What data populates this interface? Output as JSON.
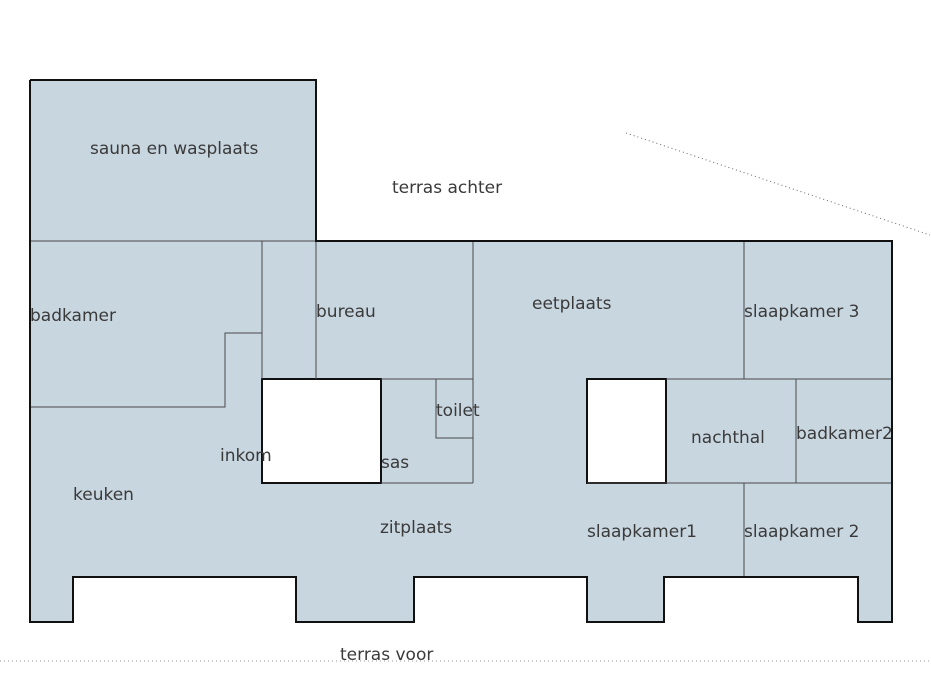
{
  "colors": {
    "floor": "#c8d6e0",
    "wall": "#111111",
    "inner_wall": "#4a4a4a",
    "void": "#ffffff"
  },
  "rooms": {
    "sauna": "sauna en wasplaats",
    "badkamer": "badkamer",
    "bureau": "bureau",
    "eetplaats": "eetplaats",
    "slaapkamer3": "slaapkamer 3",
    "toilet": "toilet",
    "inkom": "inkom",
    "sas": "sas",
    "nachthal": "nachthal",
    "badkamer2": "badkamer2",
    "keuken": "keuken",
    "zitplaats": "zitplaats",
    "slaapkamer1": "slaapkamer1",
    "slaapkamer2": "slaapkamer 2"
  },
  "outside": {
    "terras_achter": "terras achter",
    "terras_voor": "terras voor"
  }
}
